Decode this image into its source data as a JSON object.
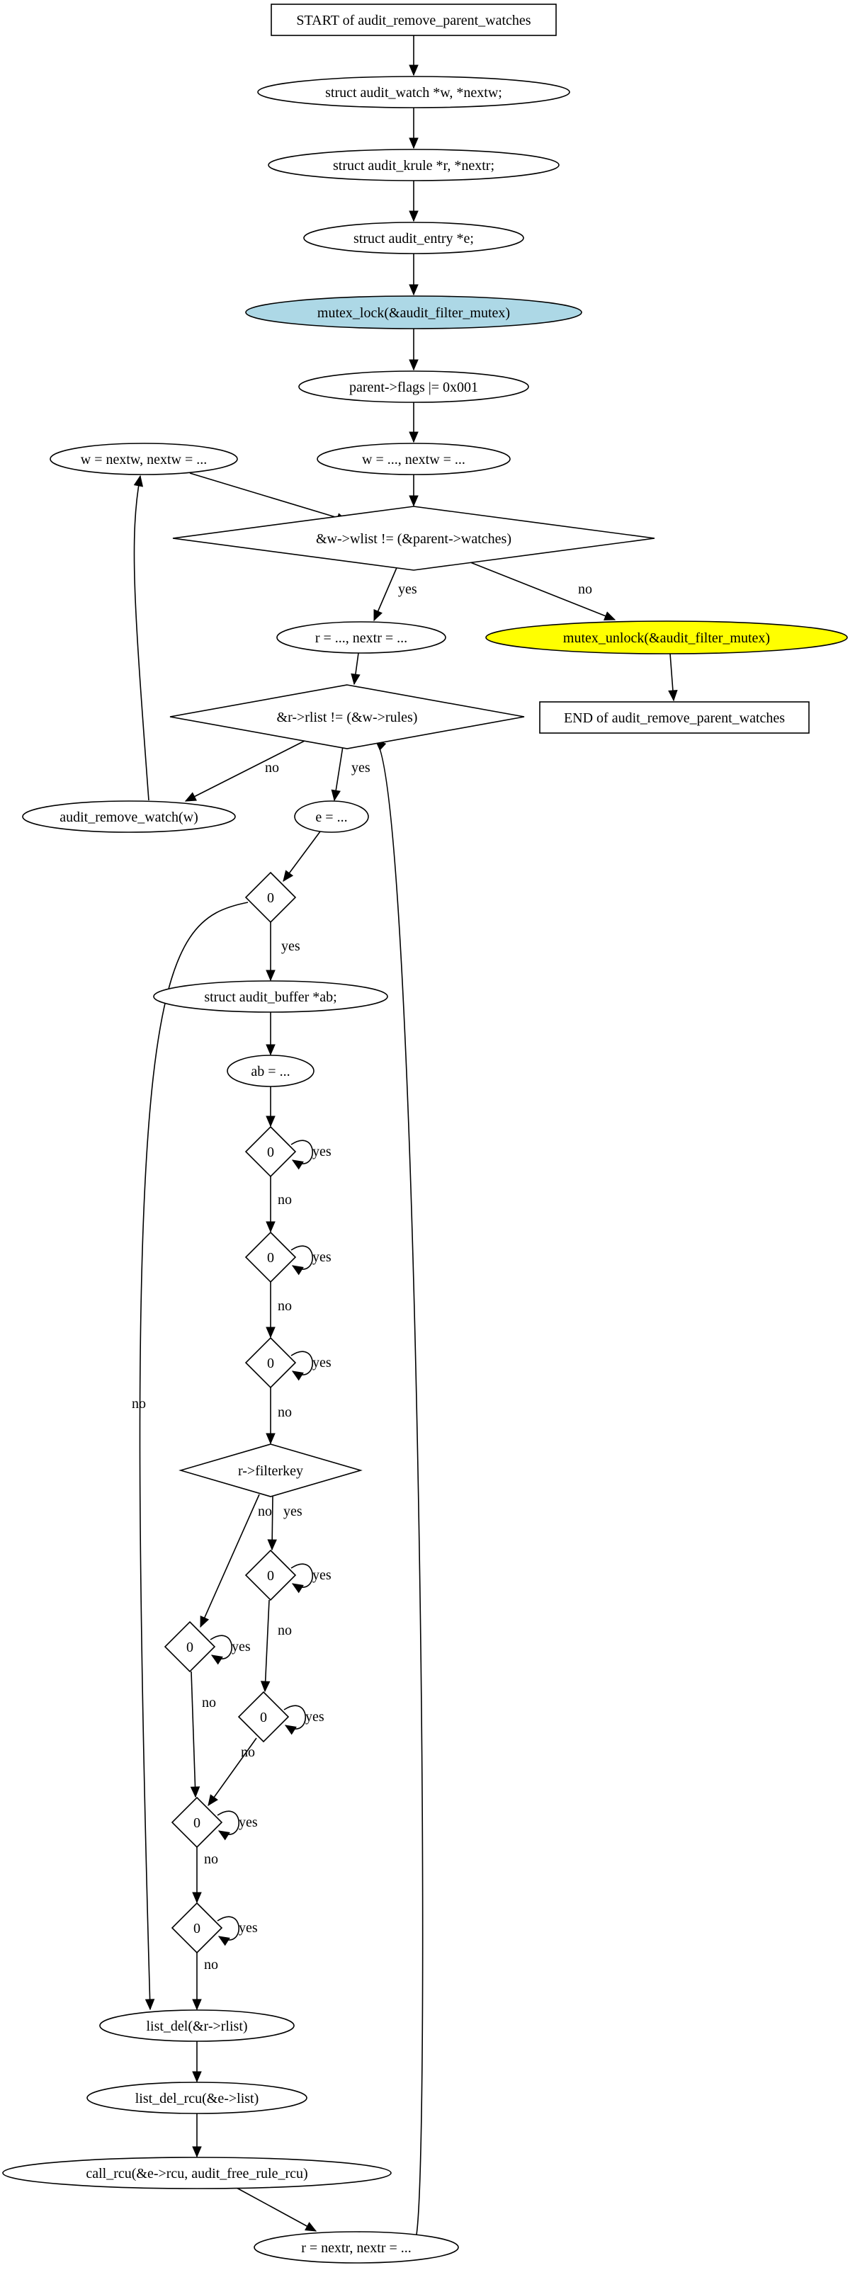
{
  "colors": {
    "lock_fill": "#add8e6",
    "unlock_fill": "#ffff00",
    "default_fill": "#ffffff",
    "line": "#000000"
  },
  "nodes": {
    "start": {
      "label": "START of audit_remove_parent_watches",
      "shape": "box"
    },
    "decl_w": {
      "label": "struct audit_watch *w, *nextw;",
      "shape": "ellipse"
    },
    "decl_r": {
      "label": "struct audit_krule *r, *nextr;",
      "shape": "ellipse"
    },
    "decl_e": {
      "label": "struct audit_entry *e;",
      "shape": "ellipse"
    },
    "lock": {
      "label": "mutex_lock(&audit_filter_mutex)",
      "shape": "ellipse",
      "fill": "lock_fill"
    },
    "flags": {
      "label": "parent->flags |= 0x001",
      "shape": "ellipse"
    },
    "w_init": {
      "label": "w = ..., nextw = ...",
      "shape": "ellipse"
    },
    "w_next": {
      "label": "w = nextw, nextw = ...",
      "shape": "ellipse"
    },
    "wlist_cond": {
      "label": "&w->wlist != (&parent->watches)",
      "shape": "diamond"
    },
    "r_init": {
      "label": "r = ..., nextr = ...",
      "shape": "ellipse"
    },
    "unlock": {
      "label": "mutex_unlock(&audit_filter_mutex)",
      "shape": "ellipse",
      "fill": "unlock_fill"
    },
    "end": {
      "label": "END of audit_remove_parent_watches",
      "shape": "box"
    },
    "rlist_cond": {
      "label": "&r->rlist != (&w->rules)",
      "shape": "diamond"
    },
    "remove_watch": {
      "label": "audit_remove_watch(w)",
      "shape": "ellipse"
    },
    "e_assign": {
      "label": "e = ...",
      "shape": "ellipse"
    },
    "c0_a": {
      "label": "0",
      "shape": "diamond"
    },
    "ab_decl": {
      "label": "struct audit_buffer *ab;",
      "shape": "ellipse"
    },
    "ab_assign": {
      "label": "ab = ...",
      "shape": "ellipse"
    },
    "c0_b": {
      "label": "0",
      "shape": "diamond"
    },
    "c0_c": {
      "label": "0",
      "shape": "diamond"
    },
    "c0_d": {
      "label": "0",
      "shape": "diamond"
    },
    "filterkey": {
      "label": "r->filterkey",
      "shape": "diamond"
    },
    "c0_e": {
      "label": "0",
      "shape": "diamond"
    },
    "c0_f": {
      "label": "0",
      "shape": "diamond"
    },
    "c0_g": {
      "label": "0",
      "shape": "diamond"
    },
    "c0_h": {
      "label": "0",
      "shape": "diamond"
    },
    "c0_i": {
      "label": "0",
      "shape": "diamond"
    },
    "list_del": {
      "label": "list_del(&r->rlist)",
      "shape": "ellipse"
    },
    "list_del_rcu": {
      "label": "list_del_rcu(&e->list)",
      "shape": "ellipse"
    },
    "call_rcu": {
      "label": "call_rcu(&e->rcu, audit_free_rule_rcu)",
      "shape": "ellipse"
    },
    "r_next": {
      "label": "r = nextr, nextr = ...",
      "shape": "ellipse"
    }
  },
  "edges": [
    {
      "from": "start",
      "to": "decl_w",
      "label": ""
    },
    {
      "from": "decl_w",
      "to": "decl_r",
      "label": ""
    },
    {
      "from": "decl_r",
      "to": "decl_e",
      "label": ""
    },
    {
      "from": "decl_e",
      "to": "lock",
      "label": ""
    },
    {
      "from": "lock",
      "to": "flags",
      "label": ""
    },
    {
      "from": "flags",
      "to": "w_init",
      "label": ""
    },
    {
      "from": "w_init",
      "to": "wlist_cond",
      "label": ""
    },
    {
      "from": "w_next",
      "to": "wlist_cond",
      "label": ""
    },
    {
      "from": "wlist_cond",
      "to": "r_init",
      "label": "yes"
    },
    {
      "from": "wlist_cond",
      "to": "unlock",
      "label": "no"
    },
    {
      "from": "unlock",
      "to": "end",
      "label": ""
    },
    {
      "from": "r_init",
      "to": "rlist_cond",
      "label": ""
    },
    {
      "from": "rlist_cond",
      "to": "remove_watch",
      "label": "no"
    },
    {
      "from": "rlist_cond",
      "to": "e_assign",
      "label": "yes"
    },
    {
      "from": "remove_watch",
      "to": "w_next",
      "label": ""
    },
    {
      "from": "e_assign",
      "to": "c0_a",
      "label": ""
    },
    {
      "from": "c0_a",
      "to": "ab_decl",
      "label": "yes"
    },
    {
      "from": "c0_a",
      "to": "list_del",
      "label": "no"
    },
    {
      "from": "ab_decl",
      "to": "ab_assign",
      "label": ""
    },
    {
      "from": "ab_assign",
      "to": "c0_b",
      "label": ""
    },
    {
      "from": "c0_b",
      "to": "c0_b",
      "label": "yes"
    },
    {
      "from": "c0_b",
      "to": "c0_c",
      "label": "no"
    },
    {
      "from": "c0_c",
      "to": "c0_c",
      "label": "yes"
    },
    {
      "from": "c0_c",
      "to": "c0_d",
      "label": "no"
    },
    {
      "from": "c0_d",
      "to": "c0_d",
      "label": "yes"
    },
    {
      "from": "c0_d",
      "to": "filterkey",
      "label": "no"
    },
    {
      "from": "filterkey",
      "to": "c0_f",
      "label": "no"
    },
    {
      "from": "filterkey",
      "to": "c0_e",
      "label": "yes"
    },
    {
      "from": "c0_e",
      "to": "c0_e",
      "label": "yes"
    },
    {
      "from": "c0_e",
      "to": "c0_g",
      "label": "no"
    },
    {
      "from": "c0_f",
      "to": "c0_f",
      "label": "yes"
    },
    {
      "from": "c0_f",
      "to": "c0_h",
      "label": "no"
    },
    {
      "from": "c0_g",
      "to": "c0_g",
      "label": "yes"
    },
    {
      "from": "c0_g",
      "to": "c0_h",
      "label": "no"
    },
    {
      "from": "c0_h",
      "to": "c0_h",
      "label": "yes"
    },
    {
      "from": "c0_h",
      "to": "c0_i",
      "label": "no"
    },
    {
      "from": "c0_i",
      "to": "c0_i",
      "label": "yes"
    },
    {
      "from": "c0_i",
      "to": "list_del",
      "label": "no"
    },
    {
      "from": "list_del",
      "to": "list_del_rcu",
      "label": ""
    },
    {
      "from": "list_del_rcu",
      "to": "call_rcu",
      "label": ""
    },
    {
      "from": "call_rcu",
      "to": "r_next",
      "label": ""
    },
    {
      "from": "r_next",
      "to": "rlist_cond",
      "label": ""
    }
  ]
}
